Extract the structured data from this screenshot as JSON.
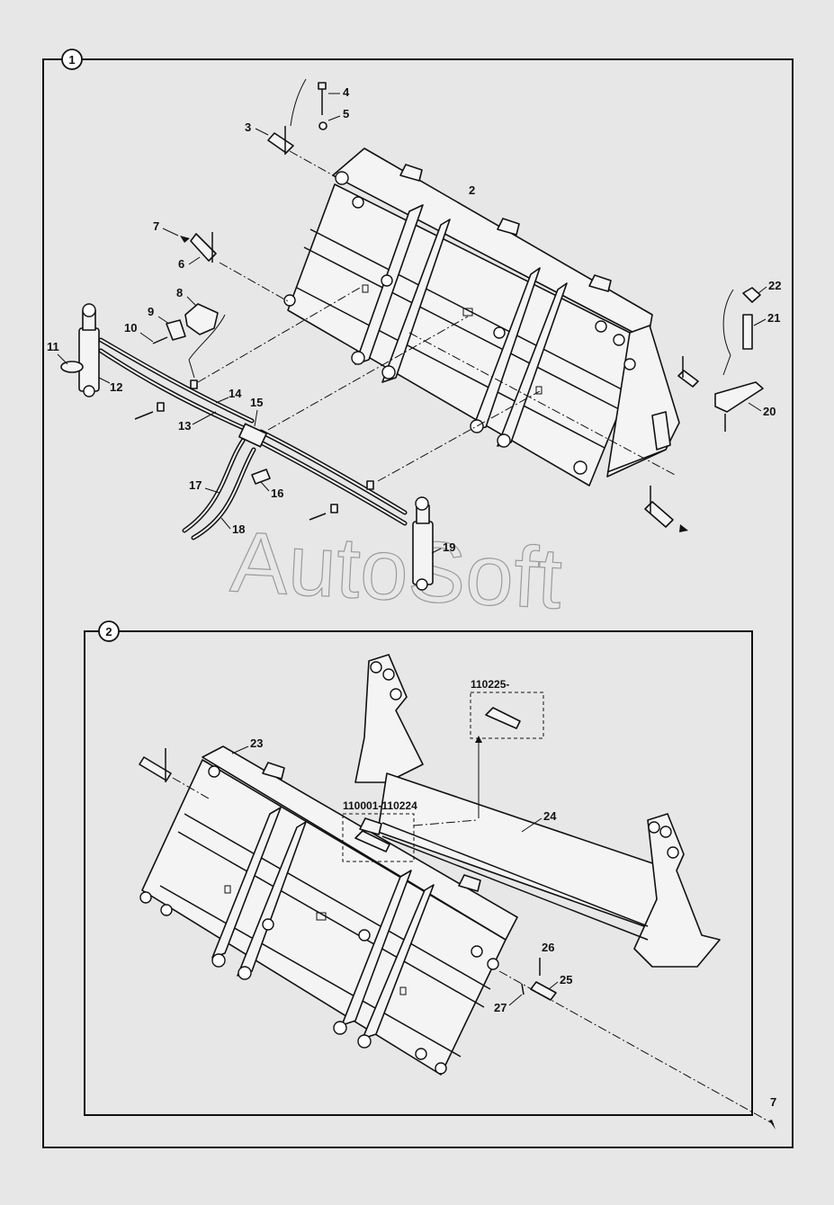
{
  "watermark": "AutoSoft",
  "frames": [
    {
      "number": "1"
    },
    {
      "number": "2"
    }
  ],
  "serial_refs": {
    "top": "110225-",
    "bottom": "110001-110224"
  },
  "callouts": {
    "c2": "2",
    "c3": "3",
    "c4": "4",
    "c5": "5",
    "c6": "6",
    "c7": "7",
    "c8": "8",
    "c9": "9",
    "c10": "10",
    "c11": "11",
    "c12": "12",
    "c13": "13",
    "c14": "14",
    "c15": "15",
    "c16": "16",
    "c17": "17",
    "c18": "18",
    "c19": "19",
    "c20": "20",
    "c21": "21",
    "c22": "22",
    "c23": "23",
    "c24": "24",
    "c25": "25",
    "c26": "26",
    "c27": "27",
    "c7b": "7"
  }
}
